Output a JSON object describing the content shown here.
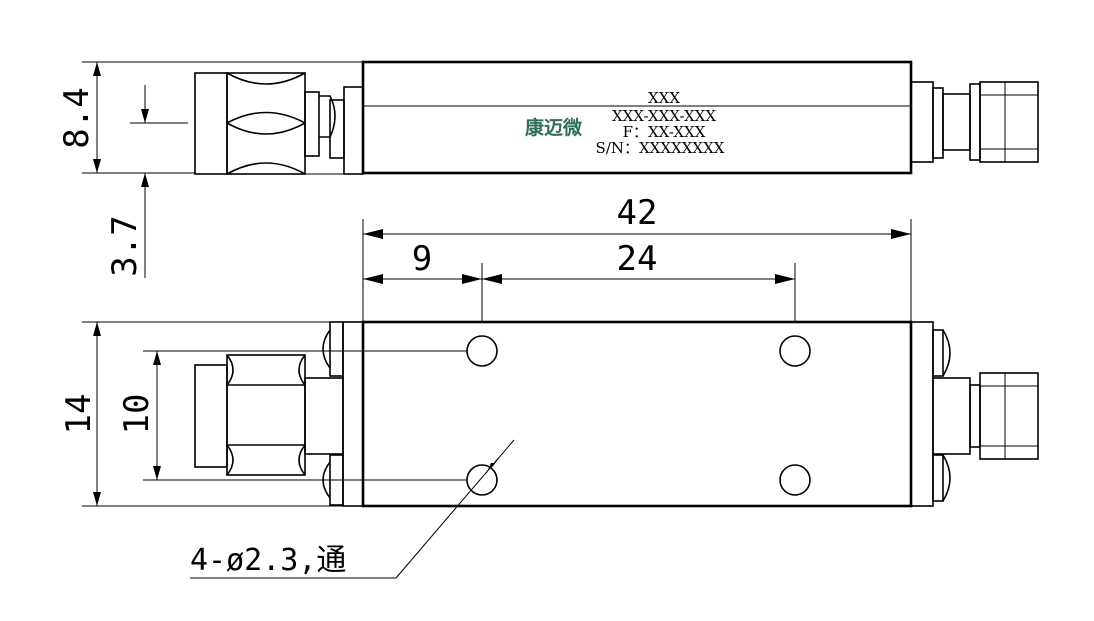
{
  "colors": {
    "line": "#000000",
    "logo": "#2f6e5a",
    "background": "#ffffff"
  },
  "label": {
    "logo": "康迈微",
    "line1": "XXX",
    "line2": "XXX-XXX-XXX",
    "line3": "F：XX-XXX",
    "line4": "S/N：XXXXXXXX"
  },
  "dimensions": {
    "height_side": "8.4",
    "offset_side": "3.7",
    "overall_length": "42",
    "hole_offset": "9",
    "hole_pitch": "24",
    "overall_width": "14",
    "hole_span": "10",
    "hole_note": "4-ø2.3,通"
  }
}
